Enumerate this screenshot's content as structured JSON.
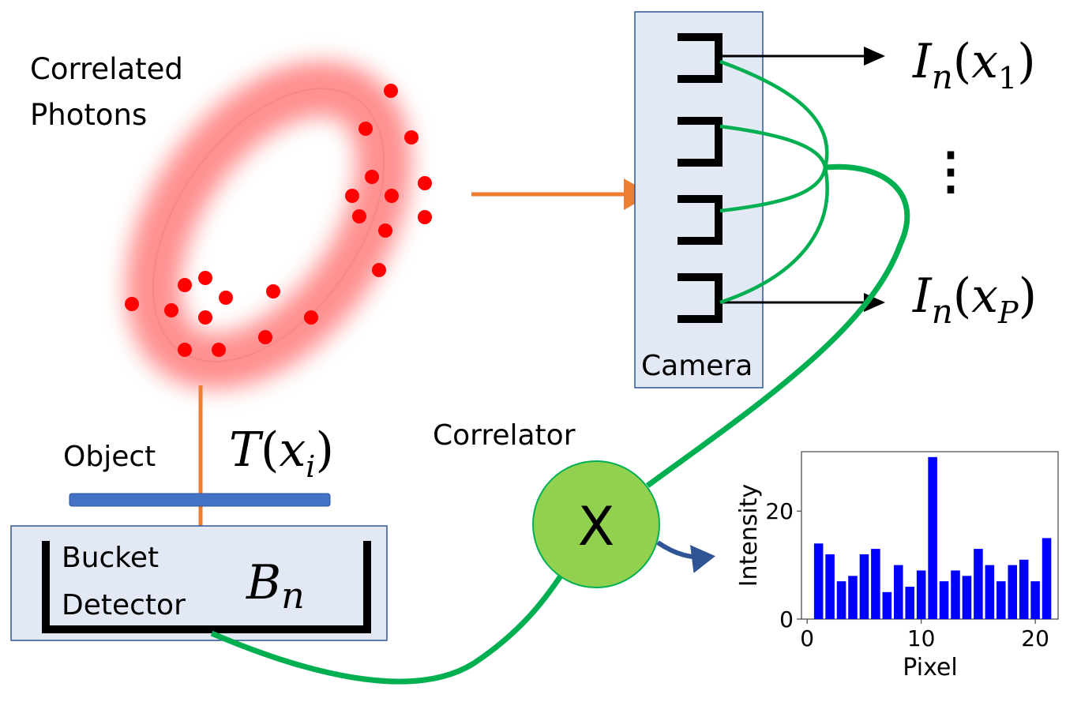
{
  "labels": {
    "correlated_line1": "Correlated",
    "correlated_line2": "Photons",
    "camera": "Camera",
    "object": "Object",
    "bucket_line1": "Bucket",
    "bucket_line2": "Detector",
    "correlator": "Correlator",
    "correlator_symbol": "X",
    "vertical_dots": "⋮"
  },
  "math": {
    "camera_out_first": {
      "base": "I",
      "sub": "n",
      "open": "(",
      "var": "x",
      "var_sub": "1",
      "close": ")"
    },
    "camera_out_last": {
      "base": "I",
      "sub": "n",
      "open": "(",
      "var": "x",
      "var_sub": "P",
      "close": ")"
    },
    "transmission": {
      "base": "T",
      "open": "(",
      "var": "x",
      "var_sub": "i",
      "close": ")"
    },
    "bucket_signal": {
      "base": "B",
      "sub": "n"
    }
  },
  "colors": {
    "photon_dot": "#ff0000",
    "glow": "#ff6b6b",
    "arrow_orange": "#ed7d31",
    "wire_green": "#00b050",
    "box_fill": "#e2e8f4",
    "box_stroke": "#2f5597",
    "object_fill": "#4472c4",
    "correlator_fill": "#92d050",
    "bar_fill": "#0000ff",
    "output_arrow": "#2f5597"
  },
  "chart_data": {
    "type": "bar",
    "x": [
      1,
      2,
      3,
      4,
      5,
      6,
      7,
      8,
      9,
      10,
      11,
      12,
      13,
      14,
      15,
      16,
      17,
      18,
      19,
      20,
      21
    ],
    "values": [
      14,
      12,
      7,
      8,
      12,
      13,
      5,
      10,
      6,
      9,
      30,
      7,
      9,
      8,
      13,
      10,
      7,
      10,
      11,
      7,
      15
    ],
    "xlabel": "Pixel",
    "ylabel": "Intensity",
    "xticks": [
      0,
      10,
      20
    ],
    "yticks": [
      0,
      20
    ],
    "xlim": [
      -0.5,
      22
    ],
    "ylim": [
      0,
      31
    ]
  }
}
